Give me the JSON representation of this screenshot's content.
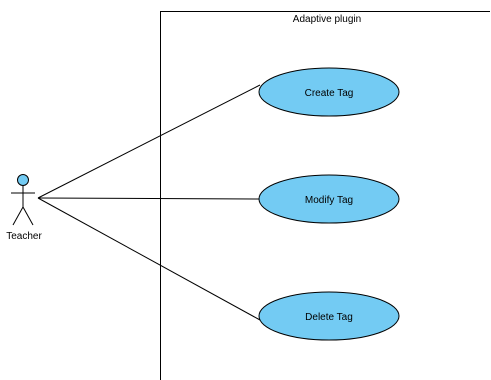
{
  "system": {
    "title": "Adaptive plugin"
  },
  "actor": {
    "name": "Teacher",
    "icon": "stick-figure-actor-icon"
  },
  "use_cases": [
    {
      "label": "Create Tag"
    },
    {
      "label": "Modify Tag"
    },
    {
      "label": "Delete Tag"
    }
  ],
  "colors": {
    "use_case_fill": "#73CBF3",
    "use_case_stroke": "#000000",
    "actor_head_fill": "#73CBF3",
    "line": "#000000",
    "background": "#FFFFFF"
  }
}
